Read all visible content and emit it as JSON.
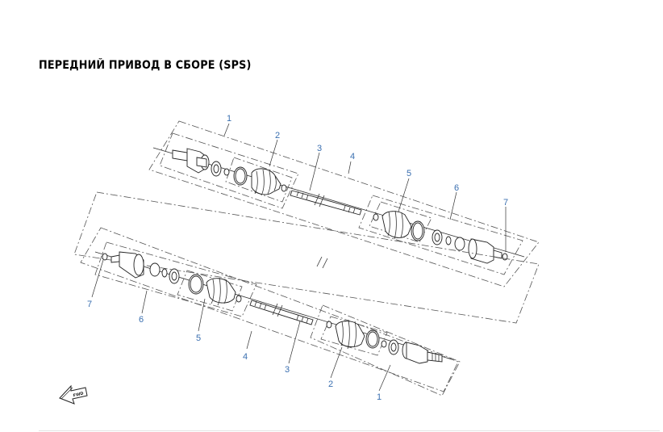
{
  "page": {
    "title": "ПЕРЕДНИЙ ПРИВОД В СБОРЕ (SPS)"
  },
  "diagram": {
    "callouts_upper": [
      "1",
      "2",
      "3",
      "4",
      "5",
      "6",
      "7"
    ],
    "callouts_lower": [
      "7",
      "6",
      "5",
      "4",
      "3",
      "2",
      "1"
    ]
  },
  "fwd_badge": {
    "label": "FWD"
  },
  "colors": {
    "callout": "#3a6fb0",
    "line": "#333333"
  }
}
